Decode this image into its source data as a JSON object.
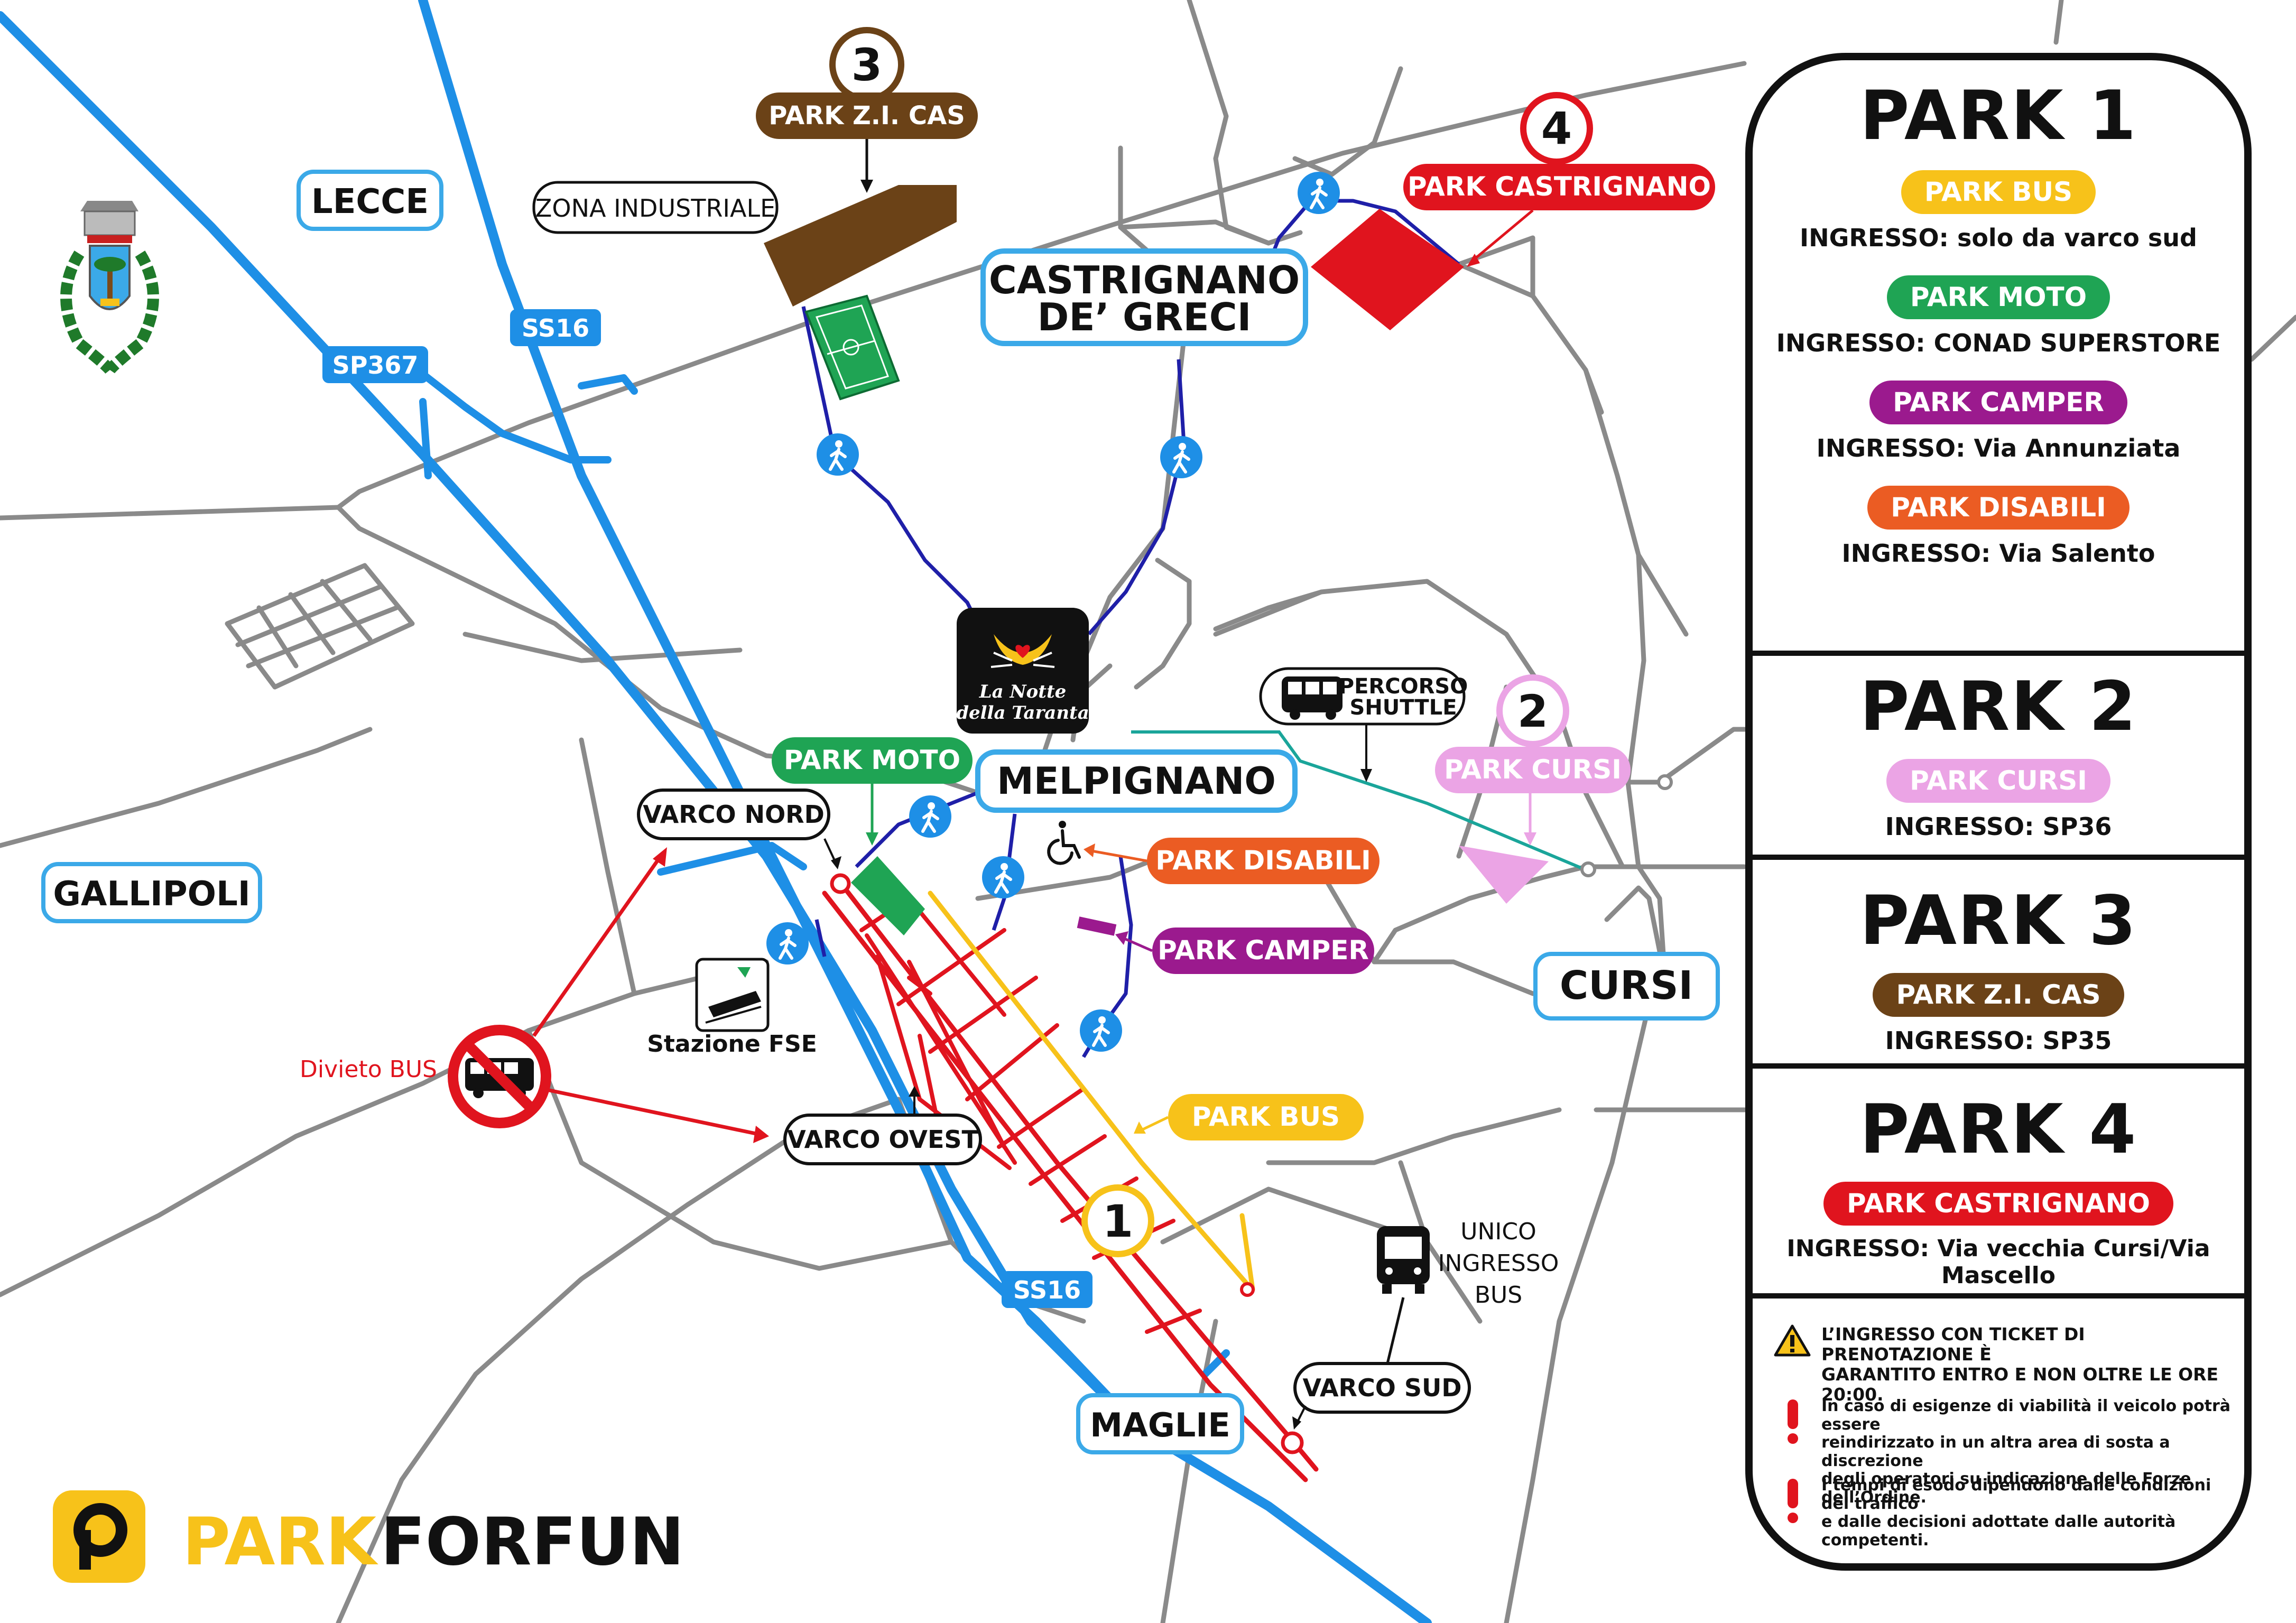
{
  "places": {
    "lecce": "LECCE",
    "gallipoli": "GALLIPOLI",
    "castrignano": [
      "CASTRIGNANO",
      "DE’ GRECI"
    ],
    "melpignano": "MELPIGNANO",
    "cursi": "CURSI",
    "maglie": "MAGLIE",
    "zona_industriale": "ZONA INDUSTRIALE",
    "stazione": "Stazione FSE"
  },
  "roads": {
    "ss16_north": "SS16",
    "sp367": "SP367",
    "ss16_south": "SS16"
  },
  "gates": {
    "nord": "VARCO NORD",
    "ovest": "VARCO OVEST",
    "sud": "VARCO SUD"
  },
  "markers": {
    "park1": "1",
    "park2": "2",
    "park3": "3",
    "park4": "4",
    "park_zi_cas": "PARK Z.I. CAS",
    "park_castrignano": "PARK CASTRIGNANO",
    "park_moto": "PARK MOTO",
    "park_cursi": "PARK CURSI",
    "park_disabili": "PARK DISABILI",
    "park_camper": "PARK CAMPER",
    "park_bus": "PARK BUS"
  },
  "shuttle": [
    "PERCORSO",
    "SHUTTLE"
  ],
  "bus_entry": [
    "UNICO",
    "INGRESSO",
    "BUS"
  ],
  "divieto_bus": "Divieto BUS",
  "logo": {
    "event_line1": "La Notte",
    "event_line2": "della Taranta",
    "brand_park": "PARK",
    "brand_forfun": "FORFUN"
  },
  "legend": {
    "park1": {
      "title": "PARK 1",
      "items": [
        {
          "label": "PARK BUS",
          "color": "#F7C21A",
          "ingresso": "INGRESSO: solo da varco sud"
        },
        {
          "label": "PARK MOTO",
          "color": "#1FA454",
          "ingresso": "INGRESSO: CONAD SUPERSTORE"
        },
        {
          "label": "PARK CAMPER",
          "color": "#9B1A8E",
          "ingresso": "INGRESSO: Via Annunziata"
        },
        {
          "label": "PARK DISABILI",
          "color": "#EB5C23",
          "ingresso": "INGRESSO: Via Salento"
        }
      ]
    },
    "park2": {
      "title": "PARK 2",
      "label": "PARK CURSI",
      "color": "#EBA4E5",
      "ingresso": "INGRESSO: SP36"
    },
    "park3": {
      "title": "PARK 3",
      "label": "PARK Z.I. CAS",
      "color": "#6B4217",
      "ingresso": "INGRESSO: SP35"
    },
    "park4": {
      "title": "PARK 4",
      "label": "PARK CASTRIGNANO",
      "color": "#E0141E",
      "ingresso": "INGRESSO: Via vecchia Cursi/Via Mascello"
    },
    "notes": {
      "ticket": [
        "L’INGRESSO CON TICKET DI PRENOTAZIONE È",
        "GARANTITO ENTRO E NON OLTRE LE ORE 20:00."
      ],
      "viabilita": [
        "In caso di esigenze di viabilità il veicolo potrà essere",
        "reindirizzato in un altra area di sosta a discrezione",
        "degli operatori su indicazione delle Forze dell’Ordine."
      ],
      "esodo": [
        "I tempi di esodo dipendono dalle condizioni del traffico",
        "e dalle decisioni adottate dalle autorità competenti."
      ]
    }
  },
  "colors": {
    "highway": "#1E8FE6",
    "road": "#8A8A8A",
    "walk": "#1F1FA8",
    "red": "#E0141E",
    "yellow": "#F7C21A",
    "green": "#1FA454",
    "brown": "#6B4217",
    "pink": "#EBA4E5",
    "purple": "#9B1A8E",
    "orange": "#EB5C23",
    "teal": "#1AA59A"
  }
}
